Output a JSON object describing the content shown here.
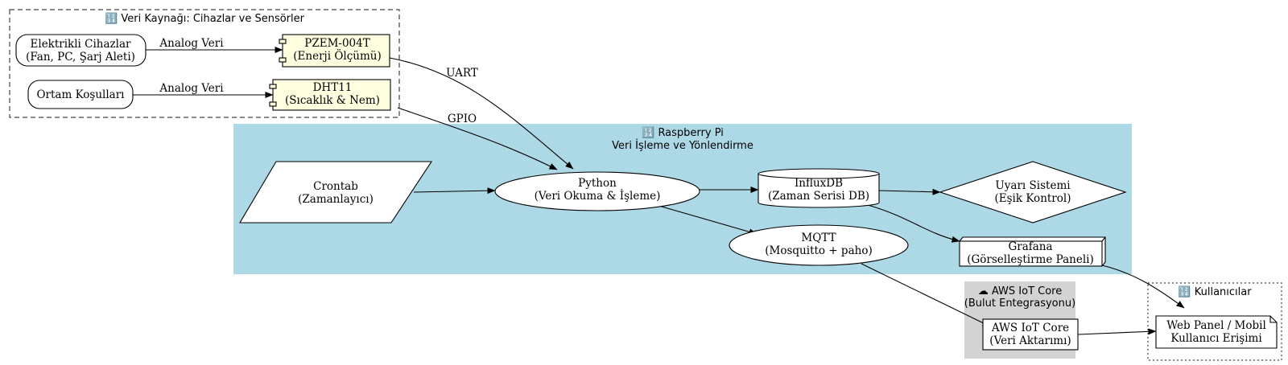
{
  "colors": {
    "raspberry_bg": "#add8e6",
    "aws_bg": "#d3d3d3",
    "component_fill": "#ffffe0",
    "node_fill": "#ffffff",
    "stroke": "#000000"
  },
  "clusters": {
    "source": {
      "icon": "🔢",
      "title": "Veri Kaynağı: Cihazlar ve Sensörler"
    },
    "raspberry": {
      "icon": "🔢",
      "title_line1": "Raspberry Pi",
      "title_line2": "Veri İşleme ve Yönlendirme"
    },
    "aws": {
      "icon": "☁",
      "title_line1": "AWS IoT Core",
      "title_line2": "(Bulut Entegrasyonu)"
    },
    "users": {
      "icon": "🔢",
      "title": "Kullanıcılar"
    }
  },
  "nodes": {
    "devices": {
      "line1": "Elektrikli Cihazlar",
      "line2": "(Fan, PC, Şarj Aleti)"
    },
    "ambient": {
      "line1": "Ortam Koşulları"
    },
    "pzem": {
      "line1": "PZEM-004T",
      "line2": "(Enerji Ölçümü)"
    },
    "dht": {
      "line1": "DHT11",
      "line2": "(Sıcaklık & Nem)"
    },
    "crontab": {
      "line1": "Crontab",
      "line2": "(Zamanlayıcı)"
    },
    "python": {
      "line1": "Python",
      "line2": "(Veri Okuma & İşleme)"
    },
    "influx": {
      "line1": "InfluxDB",
      "line2": "(Zaman Serisi DB)"
    },
    "alert": {
      "line1": "Uyarı Sistemi",
      "line2": "(Eşik Kontrol)"
    },
    "mqtt": {
      "line1": "MQTT",
      "line2": "(Mosquitto + paho)"
    },
    "grafana": {
      "line1": "Grafana",
      "line2": "(Görselleştirme Paneli)"
    },
    "aws": {
      "line1": "AWS IoT Core",
      "line2": "(Veri Aktarımı)"
    },
    "web": {
      "line1": "Web Panel / Mobil",
      "line2": "Kullanıcı Erişimi"
    }
  },
  "edge_labels": {
    "devices_pzem": "Analog Veri",
    "ambient_dht": "Analog Veri",
    "pzem_python": "UART",
    "dht_python": "GPIO"
  }
}
